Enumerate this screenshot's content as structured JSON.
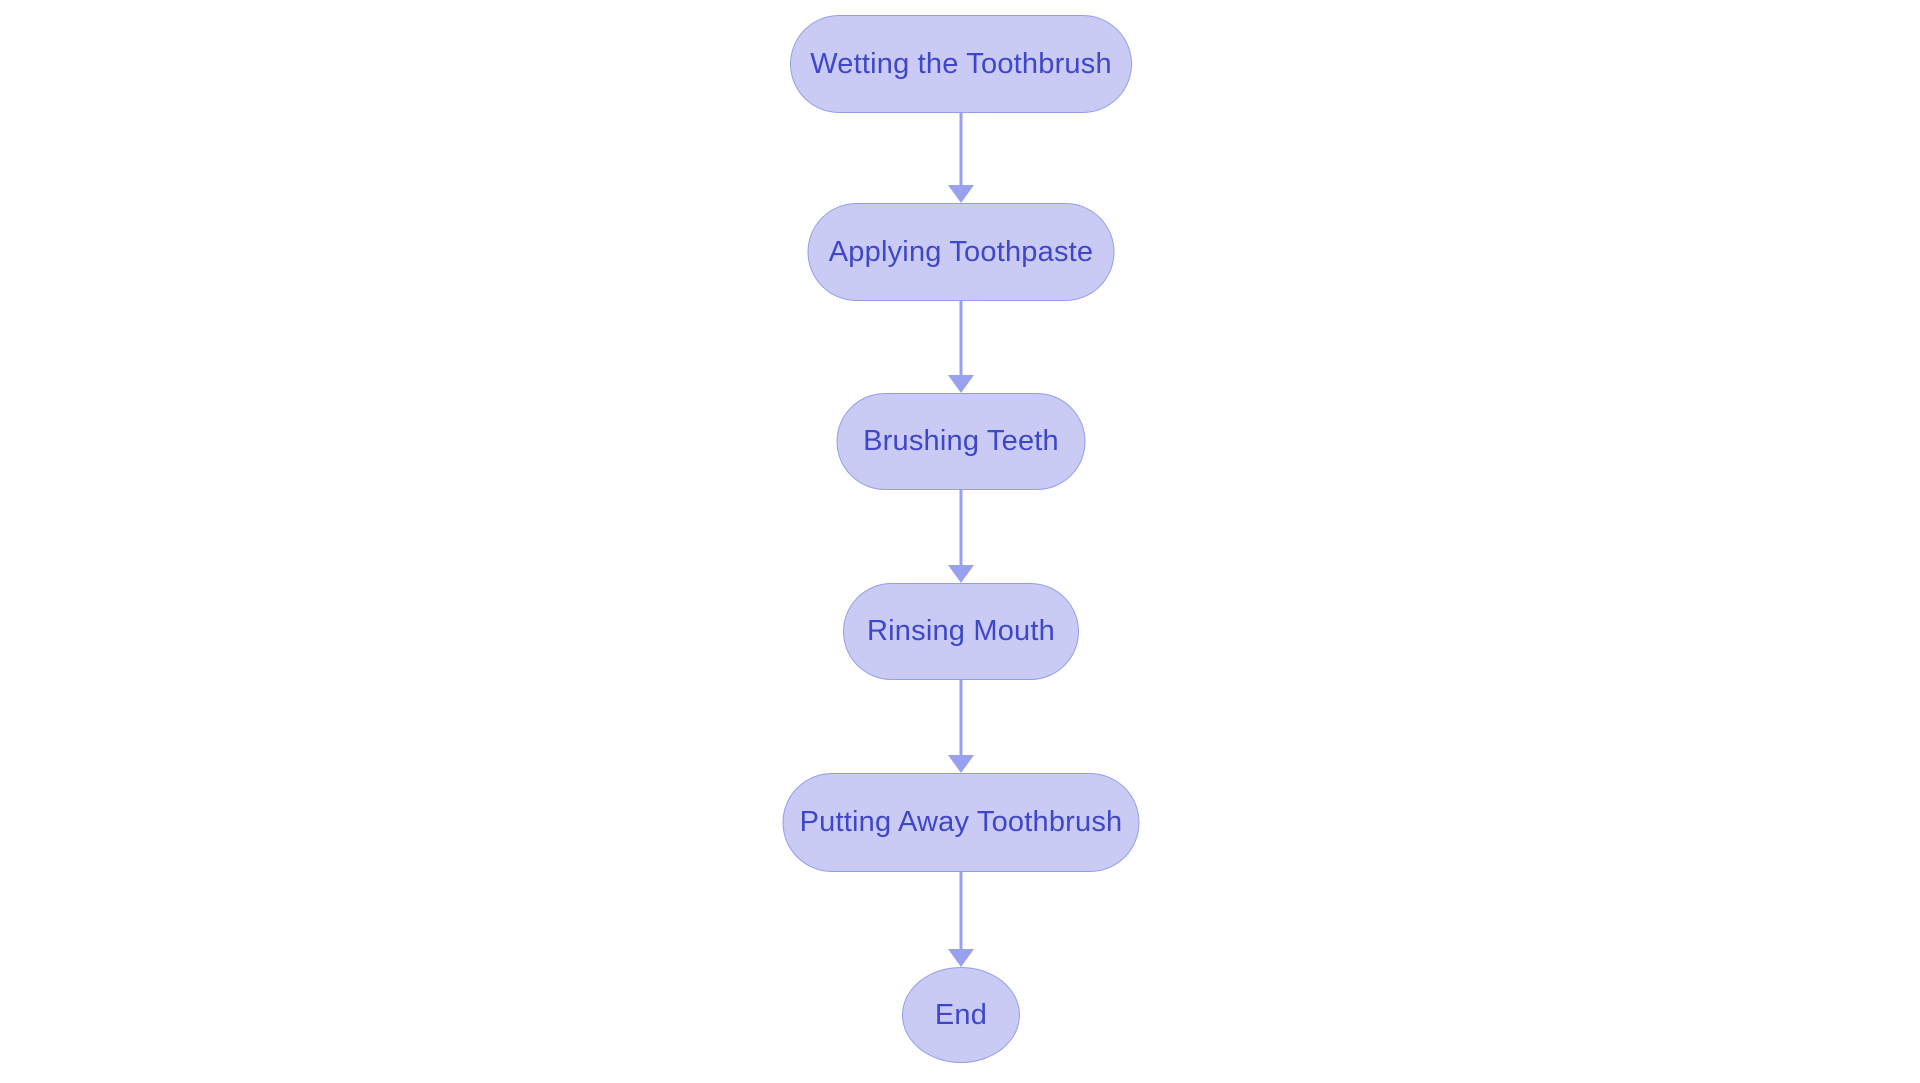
{
  "diagram": {
    "type": "flowchart",
    "direction": "top-to-bottom",
    "nodes": [
      {
        "id": "wetting",
        "label": "Wetting the Toothbrush",
        "shape": "pill"
      },
      {
        "id": "applying",
        "label": "Applying Toothpaste",
        "shape": "pill"
      },
      {
        "id": "brushing",
        "label": "Brushing Teeth",
        "shape": "pill"
      },
      {
        "id": "rinsing",
        "label": "Rinsing Mouth",
        "shape": "pill"
      },
      {
        "id": "putting",
        "label": "Putting Away Toothbrush",
        "shape": "pill"
      },
      {
        "id": "end",
        "label": "End",
        "shape": "circle"
      }
    ],
    "edges": [
      {
        "from": "wetting",
        "to": "applying"
      },
      {
        "from": "applying",
        "to": "brushing"
      },
      {
        "from": "brushing",
        "to": "rinsing"
      },
      {
        "from": "rinsing",
        "to": "putting"
      },
      {
        "from": "putting",
        "to": "end"
      }
    ],
    "colors": {
      "background": "#ffffff",
      "node_fill": "#c9cbf5",
      "node_border": "#959de9",
      "text": "#3f46c8",
      "arrow": "#99a0ed"
    }
  }
}
